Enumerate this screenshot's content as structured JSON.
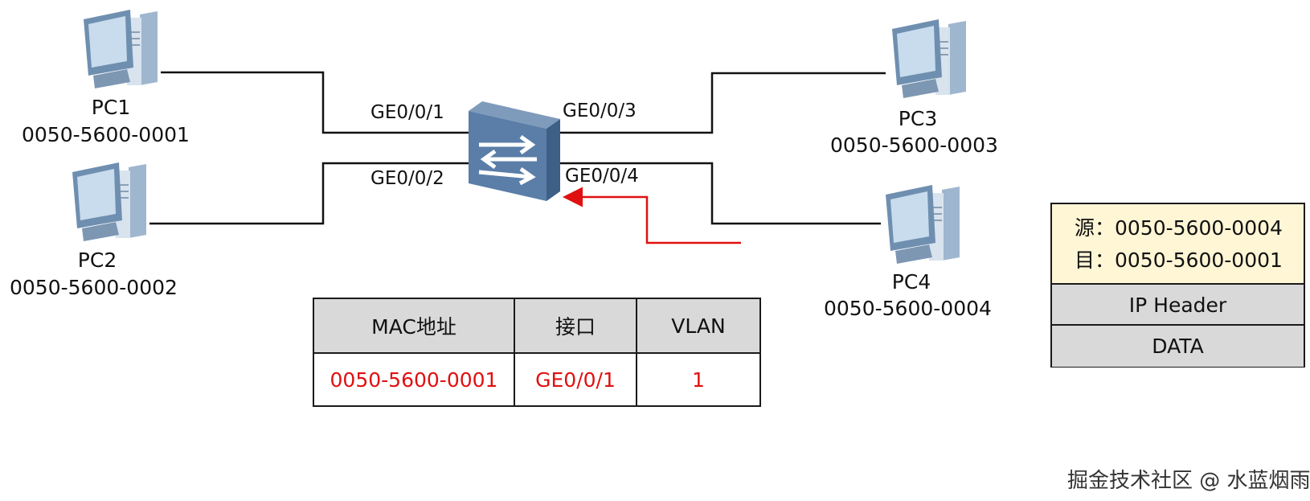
{
  "pcs": [
    {
      "name": "PC1",
      "mac": "0050-5600-0001"
    },
    {
      "name": "PC2",
      "mac": "0050-5600-0002"
    },
    {
      "name": "PC3",
      "mac": "0050-5600-0003"
    },
    {
      "name": "PC4",
      "mac": "0050-5600-0004"
    }
  ],
  "ports": {
    "p1": "GE0/0/1",
    "p2": "GE0/0/2",
    "p3": "GE0/0/3",
    "p4": "GE0/0/4"
  },
  "mac_table": {
    "headers": [
      "MAC地址",
      "接口",
      "VLAN"
    ],
    "rows": [
      [
        "0050-5600-0001",
        "GE0/0/1",
        "1"
      ]
    ]
  },
  "frame": {
    "src": "源：0050-5600-0004",
    "dst": "目：0050-5600-0001",
    "ip_header": "IP Header",
    "data": "DATA"
  },
  "watermark": "掘金技术社区 @ 水蓝烟雨",
  "colors": {
    "highlight": "#e01010",
    "table_header": "#d9d9d9",
    "frame_addr_bg": "#fff6d5"
  }
}
